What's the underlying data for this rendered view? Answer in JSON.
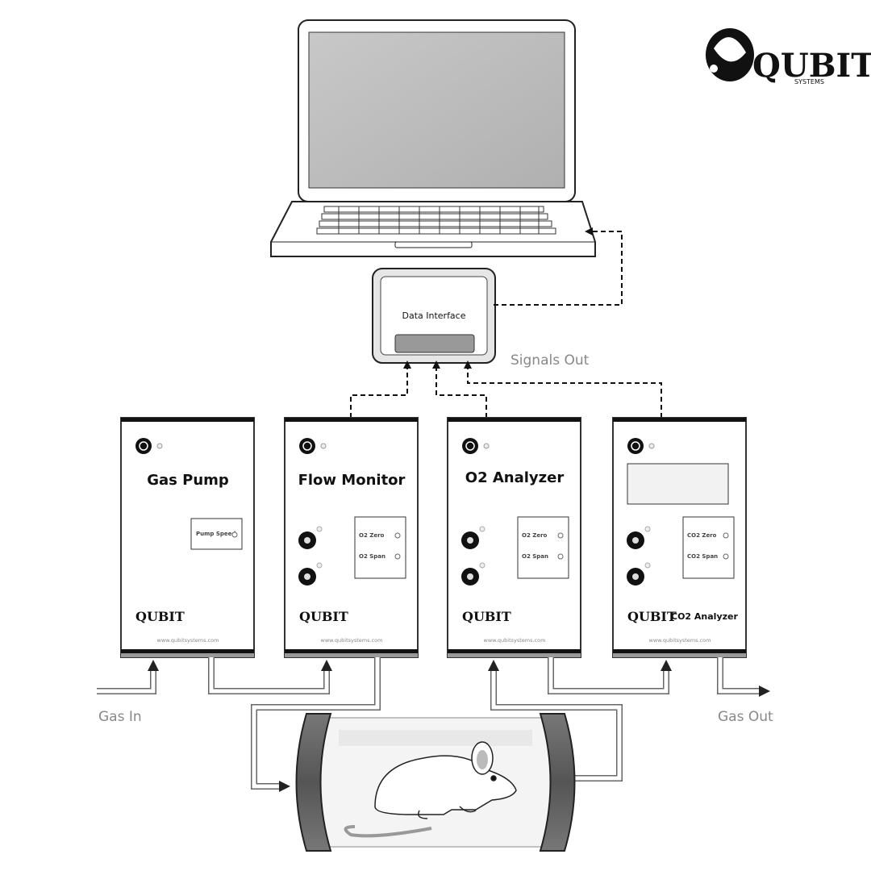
{
  "logo": {
    "brand": "QUBIT",
    "sub": "SYSTEMS"
  },
  "data_interface": {
    "label": "Data Interface"
  },
  "signals_label": "Signals Out",
  "units": [
    {
      "title": "Gas Pump",
      "panel": [
        "Pump Speed"
      ],
      "footer_logo": "QUBIT",
      "url": "www.qubitsystems.com"
    },
    {
      "title": "Flow Monitor",
      "panel": [
        "O2 Zero",
        "O2 Span"
      ],
      "footer_logo": "QUBIT",
      "url": "www.qubitsystems.com"
    },
    {
      "title": "O2 Analyzer",
      "panel": [
        "O2 Zero",
        "O2 Span"
      ],
      "footer_logo": "QUBIT",
      "url": "www.qubitsystems.com"
    },
    {
      "title": "",
      "panel": [
        "CO2 Zero",
        "CO2 Span"
      ],
      "footer_logo": "QUBIT",
      "footer_title": "CO2 Analyzer",
      "url": "www.qubitsystems.com"
    }
  ],
  "gas_in": "Gas In",
  "gas_out": "Gas Out",
  "colors": {
    "pipe": "#666666",
    "signal": "#111111",
    "label": "#888888"
  }
}
